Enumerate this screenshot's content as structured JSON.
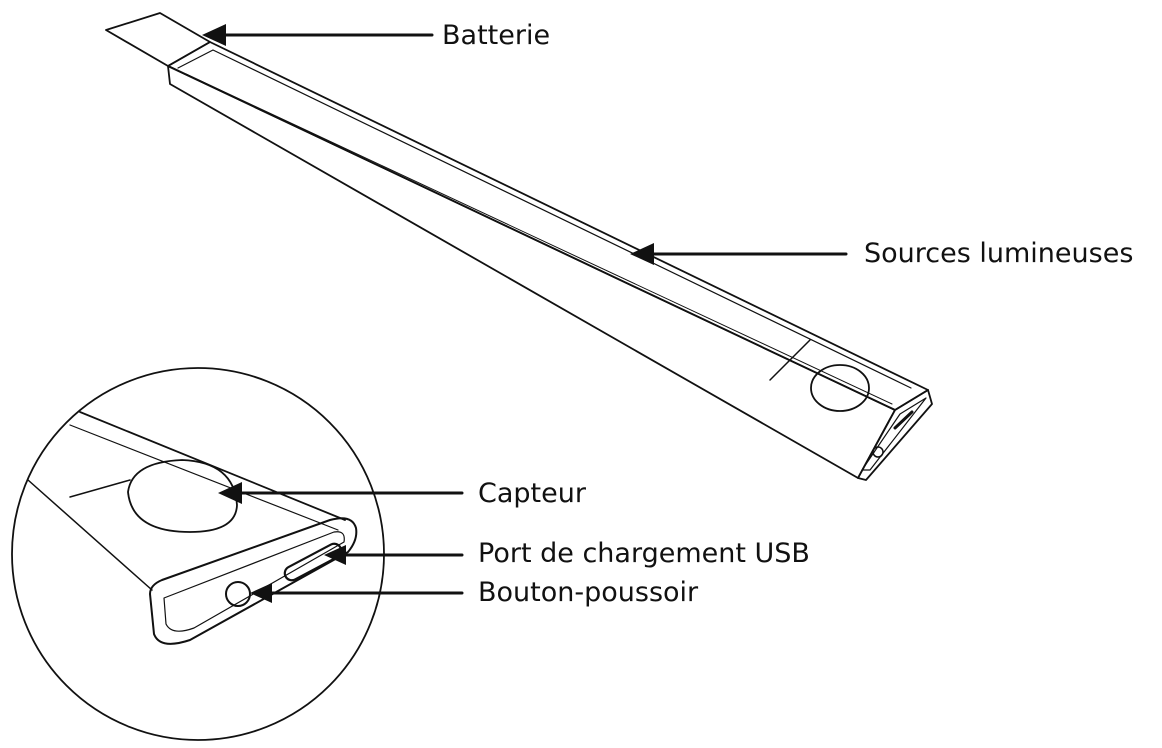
{
  "labels": {
    "battery": "Batterie",
    "light_sources": "Sources lumineuses",
    "sensor": "Capteur",
    "usb_port": "Port de chargement USB",
    "push_button": "Bouton-poussoir"
  },
  "colors": {
    "line": "#111111",
    "text": "#111111",
    "background": "#ffffff"
  }
}
